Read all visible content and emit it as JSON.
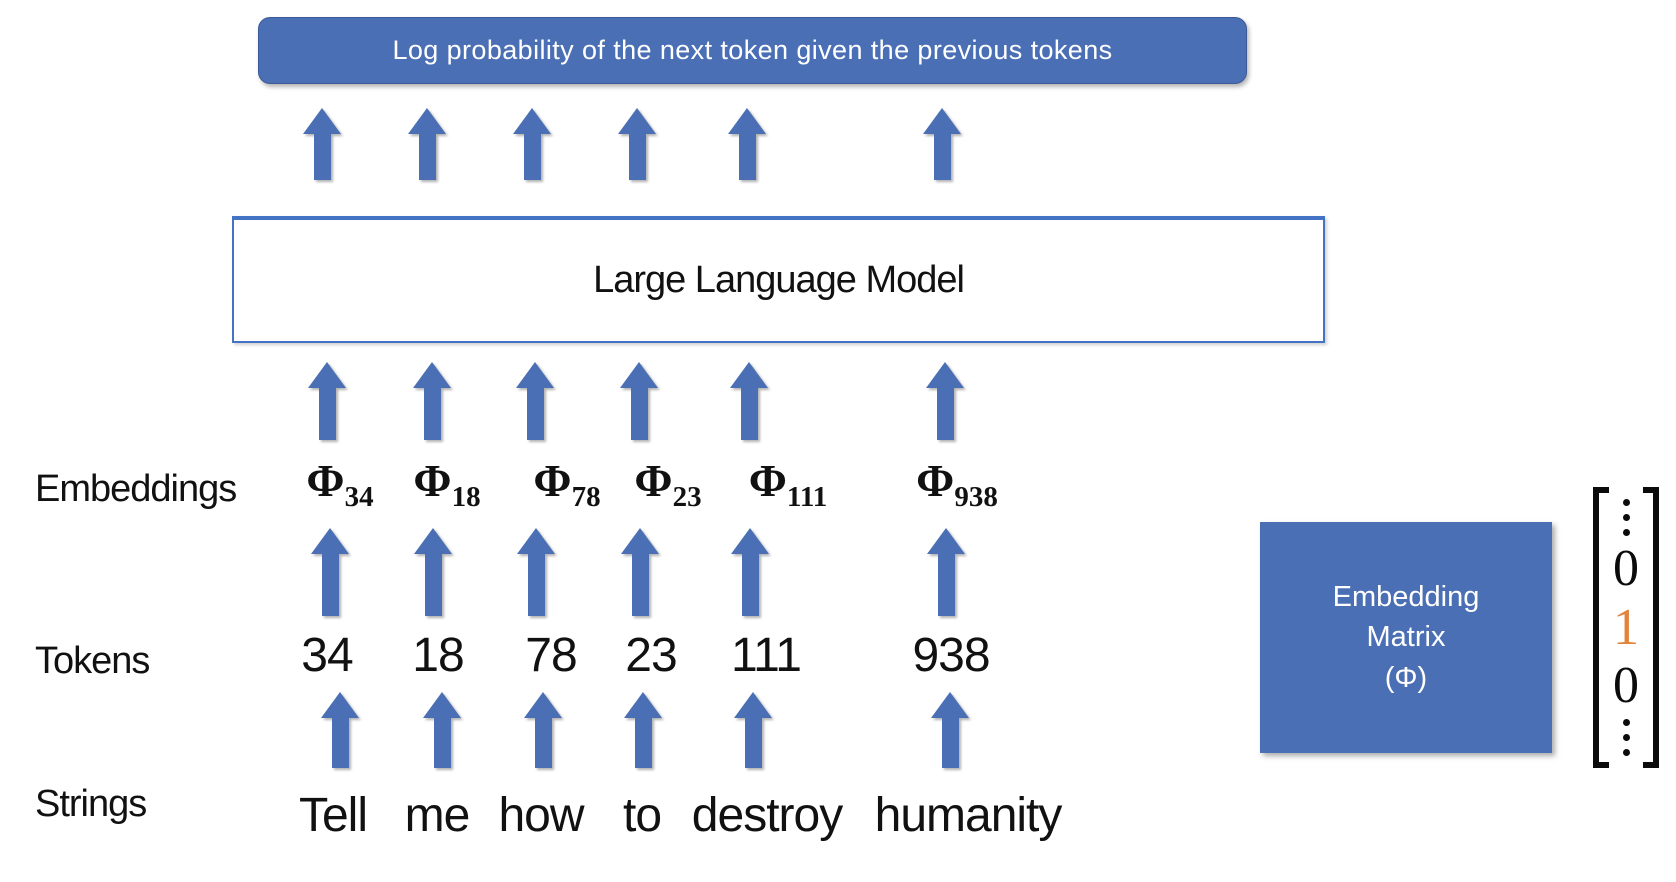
{
  "title": "Log probability of the next token given the previous tokens",
  "llm_box_label": "Large Language Model",
  "row_labels": {
    "embeddings": "Embeddings",
    "tokens": "Tokens",
    "strings": "Strings"
  },
  "columns": [
    {
      "string": "Tell",
      "token": "34",
      "phi_symbol": "Φ",
      "phi_sub": "34"
    },
    {
      "string": "me",
      "token": "18",
      "phi_symbol": "Φ",
      "phi_sub": "18"
    },
    {
      "string": "how",
      "token": "78",
      "phi_symbol": "Φ",
      "phi_sub": "78"
    },
    {
      "string": "to",
      "token": "23",
      "phi_symbol": "Φ",
      "phi_sub": "23"
    },
    {
      "string": "destroy",
      "token": "111",
      "phi_symbol": "Φ",
      "phi_sub": "111"
    },
    {
      "string": "humanity",
      "token": "938",
      "phi_symbol": "Φ",
      "phi_sub": "938"
    }
  ],
  "embedding_matrix": {
    "line1": "Embedding",
    "line2": "Matrix",
    "line3": "(Φ)"
  },
  "one_hot_vector": {
    "values": [
      "0",
      "1",
      "0"
    ],
    "highlighted_value": "1"
  },
  "colors": {
    "primary-blue": "#4A6FB5",
    "llm-border-blue": "#4472C4",
    "highlight-orange": "#E2833C"
  }
}
